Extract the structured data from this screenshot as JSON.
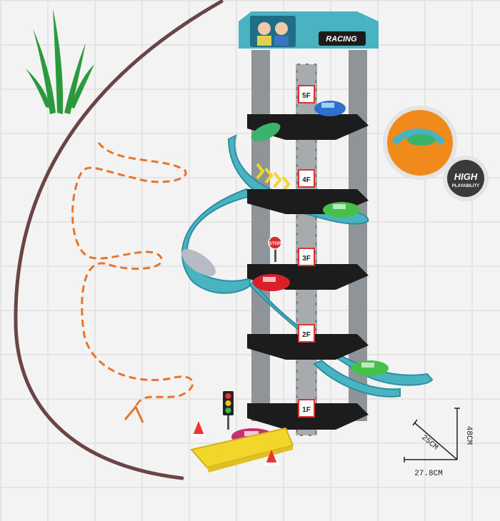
{
  "brand": {
    "sign": "RACING",
    "badge_line1": "HIGH",
    "badge_line2": "PLAYABILITY"
  },
  "floors": [
    "5F",
    "4F",
    "3F",
    "2F",
    "1F"
  ],
  "stop_sign": "STOP",
  "dimensions": {
    "height": "48CM",
    "depth": "25CM",
    "width": "27.8CM"
  },
  "colors": {
    "track": "#49b3c2",
    "tower_gray": "#8f9498",
    "deck": "#1c1c1c",
    "arrow_dash": "#e8752a",
    "bend_line": "#6b4545",
    "grass": "#2c9a3c",
    "ramp_yellow": "#f2d62a"
  },
  "icons": [
    "grass-icon",
    "dashed-arrow-icon",
    "traffic-light-icon",
    "stop-sign-icon",
    "dimension-cube-icon"
  ]
}
